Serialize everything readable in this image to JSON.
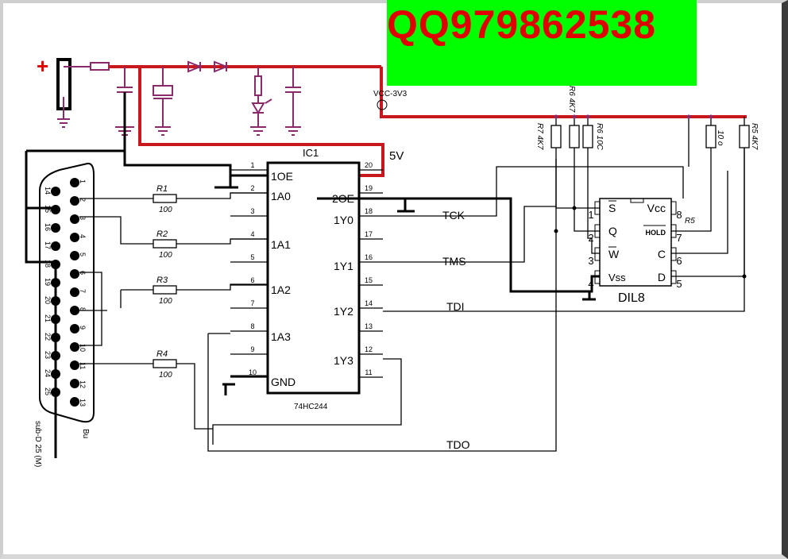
{
  "watermark": "QQ979862538",
  "power": {
    "plus": "+",
    "vcc_label": "VCC-3V3",
    "five_v": "5V"
  },
  "ic1": {
    "name": "IC1",
    "part": "74HC244",
    "left_pins": [
      "1",
      "2",
      "3",
      "4",
      "5",
      "6",
      "7",
      "8",
      "9",
      "10"
    ],
    "right_pins": [
      "20",
      "19",
      "18",
      "17",
      "16",
      "15",
      "14",
      "13",
      "12",
      "11"
    ],
    "left_labels": {
      "oe1": "1OE",
      "a0": "1A0",
      "a1": "1A1",
      "a2": "1A2",
      "a3": "1A3",
      "gnd": "GND"
    },
    "right_labels": {
      "oe2": "2OE",
      "y0": "1Y0",
      "y1": "1Y1",
      "y2": "1Y2",
      "y3": "1Y3"
    }
  },
  "signals": {
    "tck": "TCK",
    "tms": "TMS",
    "tdi": "TDI",
    "tdo": "TDO"
  },
  "resistors": {
    "r1": {
      "name": "R1",
      "value": "100"
    },
    "r2": {
      "name": "R2",
      "value": "100"
    },
    "r3": {
      "name": "R3",
      "value": "100"
    },
    "r4": {
      "name": "R4",
      "value": "100"
    },
    "r7": "R7 4K7",
    "r6a": "R6 4K7",
    "r6b": "R6  10C",
    "r10": "10 o",
    "r5": "R5  4K7",
    "r5b": "R5"
  },
  "dil8": {
    "name": "DIL8",
    "left_pins": [
      "1",
      "2",
      "3",
      "4"
    ],
    "right_pins": [
      "8",
      "7",
      "6",
      "5"
    ],
    "left_labels": [
      "S",
      "Q",
      "W",
      "Vss"
    ],
    "right_labels": [
      "Vcc",
      "HOLD",
      "C",
      "D"
    ]
  },
  "connector": {
    "pins_top": [
      "1",
      "2",
      "3",
      "4",
      "5",
      "6",
      "7",
      "8",
      "9",
      "10",
      "11",
      "12",
      "13"
    ],
    "pins_bottom": [
      "14",
      "15",
      "16",
      "17",
      "18",
      "19",
      "20",
      "21",
      "22",
      "23",
      "24",
      "25"
    ],
    "name": "sub-D 25 (M)",
    "gender": "Bu"
  }
}
